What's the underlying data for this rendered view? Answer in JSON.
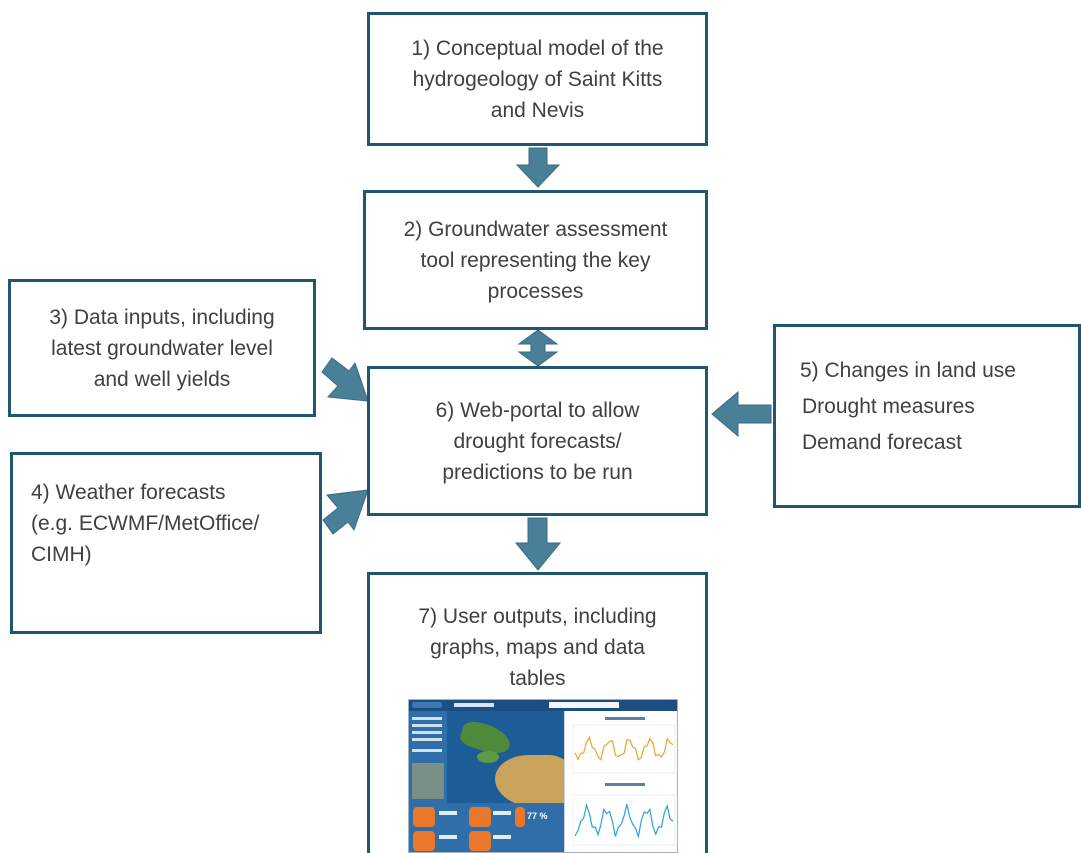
{
  "boxes": {
    "b1": {
      "lines": [
        "1) Conceptual model of the",
        "hydrogeology of Saint Kitts",
        "and Nevis"
      ]
    },
    "b2": {
      "lines": [
        "2) Groundwater assessment",
        "tool representing the key",
        "processes"
      ]
    },
    "b3": {
      "lines": [
        "3) Data inputs, including",
        "latest groundwater level",
        "and well yields"
      ]
    },
    "b4": {
      "lines": [
        "4)  Weather forecasts",
        "(e.g. ECWMF/MetOffice/",
        "CIMH)"
      ]
    },
    "b5": {
      "lines": [
        "5)  Changes in land use",
        "Drought measures",
        "Demand forecast"
      ]
    },
    "b6": {
      "lines": [
        "6) Web-portal to allow",
        "drought forecasts/",
        "predictions to be run"
      ]
    },
    "b7": {
      "lines": [
        "7) User outputs, including",
        "graphs, maps and data",
        "tables"
      ]
    }
  },
  "thumbnail": {
    "percent_text": "77 %",
    "line_series_colors": [
      "#f0a030",
      "#2aa3d8"
    ]
  },
  "colors": {
    "border": "#1f5672",
    "arrow": "#4a7f98",
    "text": "#404040"
  }
}
